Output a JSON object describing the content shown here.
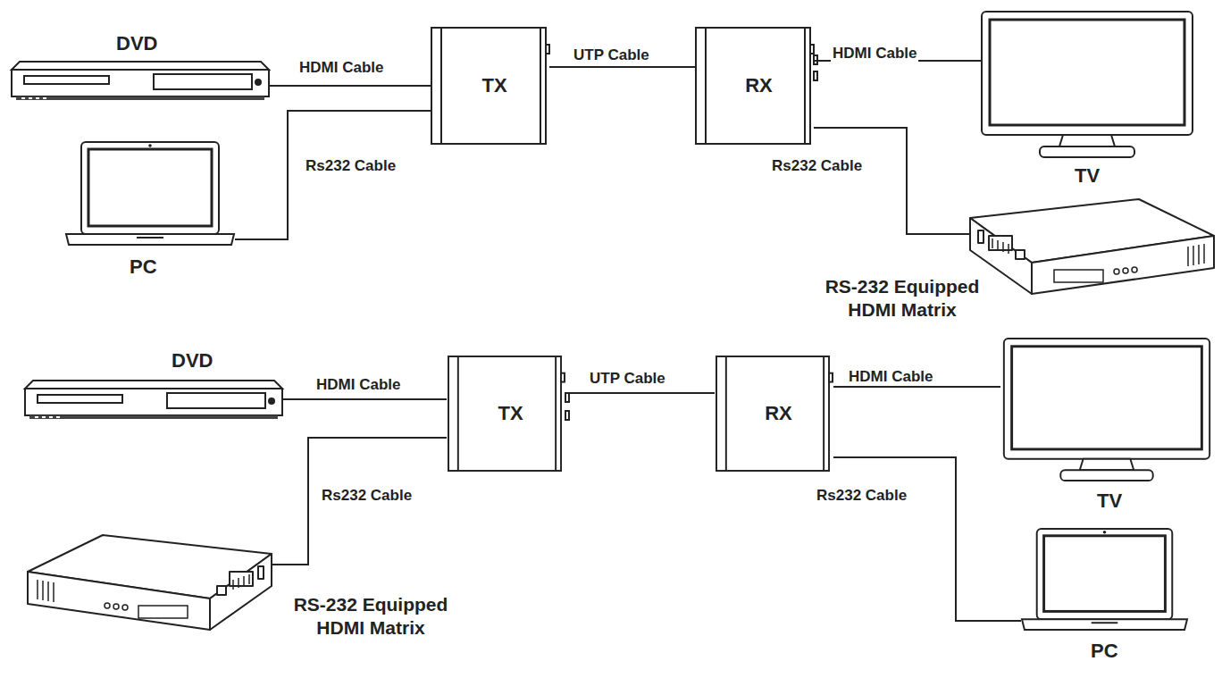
{
  "diagram": {
    "nodes": [
      {
        "text": [
          "DVD"
        ]
      },
      {
        "text": [
          "TX"
        ]
      },
      {
        "text": [
          "RX"
        ]
      },
      {
        "text": [
          "TV"
        ]
      },
      {
        "text": [
          "PC"
        ]
      },
      {
        "text": [
          "RS-232 Equipped HDMI Matrix"
        ]
      },
      {
        "text": [
          "DVD"
        ]
      },
      {
        "text": [
          "TX"
        ]
      },
      {
        "text": [
          "RX"
        ]
      },
      {
        "text": [
          "TV"
        ]
      },
      {
        "text": [
          "RS-232 Equipped HDMI Matrix"
        ]
      },
      {
        "text": [
          "PC"
        ]
      }
    ],
    "edges": [
      {
        "from": 0,
        "to": 1,
        "label": "HDMI Cable",
        "arrow": "none"
      },
      {
        "from": 4,
        "to": 1,
        "label": "Rs232 Cable",
        "arrow": "none"
      },
      {
        "from": 1,
        "to": 2,
        "label": "UTP Cable",
        "arrow": "none"
      },
      {
        "from": 2,
        "to": 3,
        "label": "HDMI Cable",
        "arrow": "none"
      },
      {
        "from": 2,
        "to": 5,
        "label": "Rs232 Cable",
        "arrow": "none"
      },
      {
        "from": 6,
        "to": 7,
        "label": "HDMI Cable",
        "arrow": "none"
      },
      {
        "from": 10,
        "to": 7,
        "label": "Rs232 Cable",
        "arrow": "none"
      },
      {
        "from": 7,
        "to": 8,
        "label": "UTP Cable",
        "arrow": "none"
      },
      {
        "from": 8,
        "to": 9,
        "label": "HDMI Cable",
        "arrow": "none"
      },
      {
        "from": 8,
        "to": 11,
        "label": "Rs232 Cable",
        "arrow": "none"
      }
    ]
  }
}
